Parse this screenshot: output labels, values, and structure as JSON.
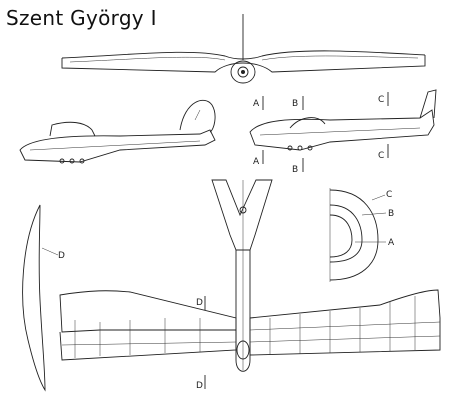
{
  "title": "Szent György I",
  "section_labels": {
    "A": "A",
    "B": "B",
    "C": "C",
    "D": "D"
  }
}
